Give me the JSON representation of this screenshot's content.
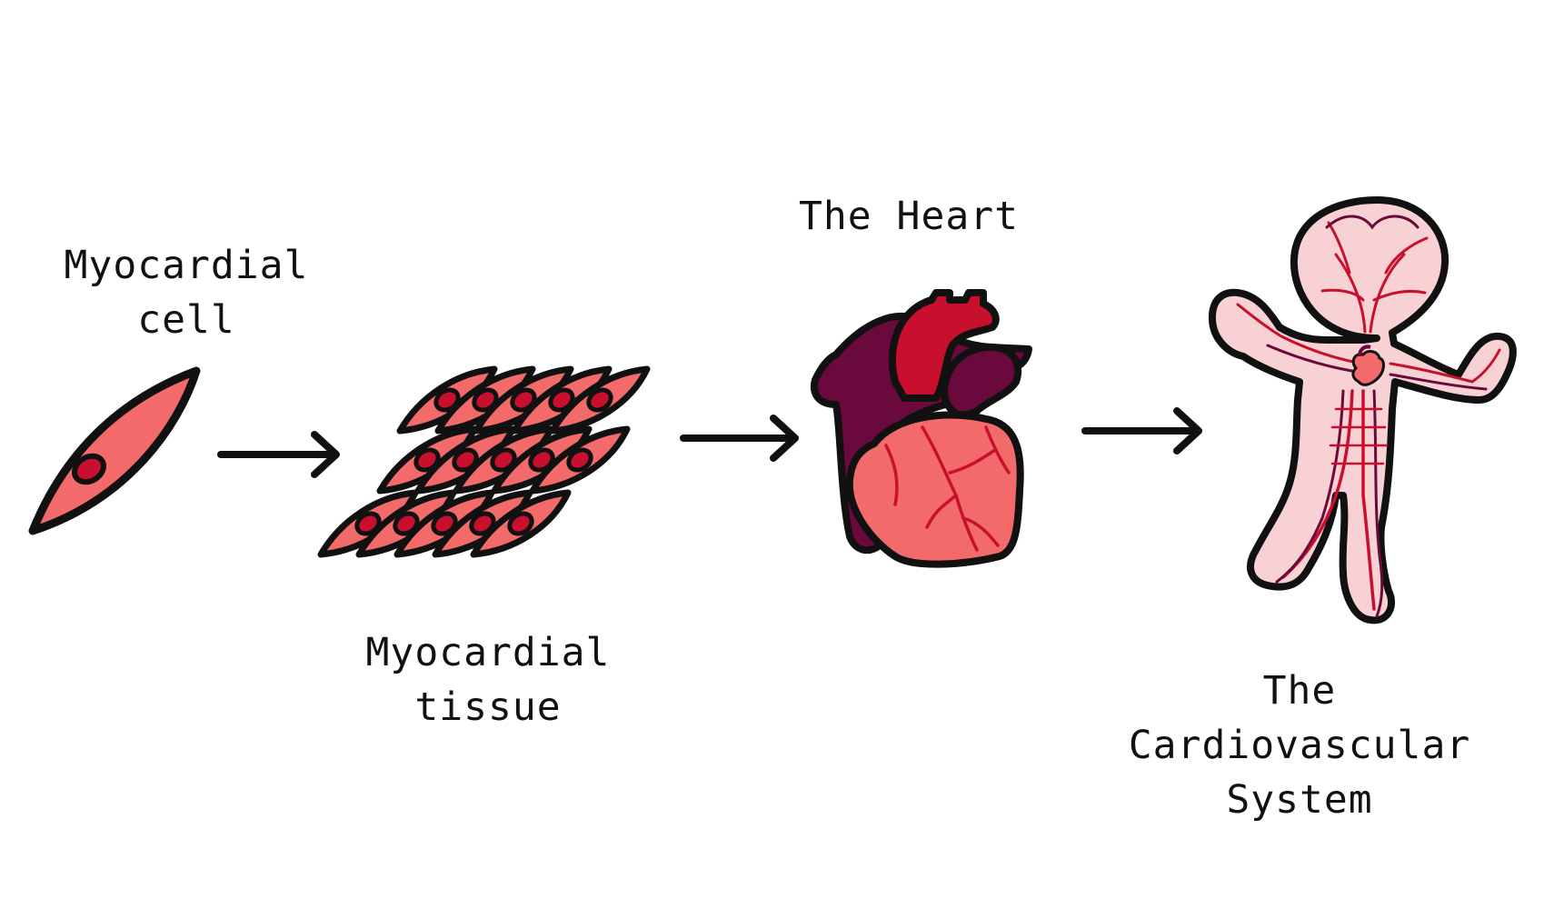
{
  "stages": [
    {
      "id": "cell",
      "label_lines": [
        "Myocardial",
        "cell"
      ]
    },
    {
      "id": "tissue",
      "label_lines": [
        "Myocardial",
        "tissue"
      ]
    },
    {
      "id": "heart",
      "label_lines": [
        "The Heart"
      ]
    },
    {
      "id": "system",
      "label_lines": [
        "The",
        "Cardiovascular",
        "System"
      ]
    }
  ],
  "colors": {
    "outline": "#111111",
    "cell_fill": "#f26a6a",
    "nucleus": "#c8102e",
    "heart_muscle": "#f26a6a",
    "artery": "#b01020",
    "vein": "#6a0a3c",
    "body_fill": "#f7d1d3"
  }
}
